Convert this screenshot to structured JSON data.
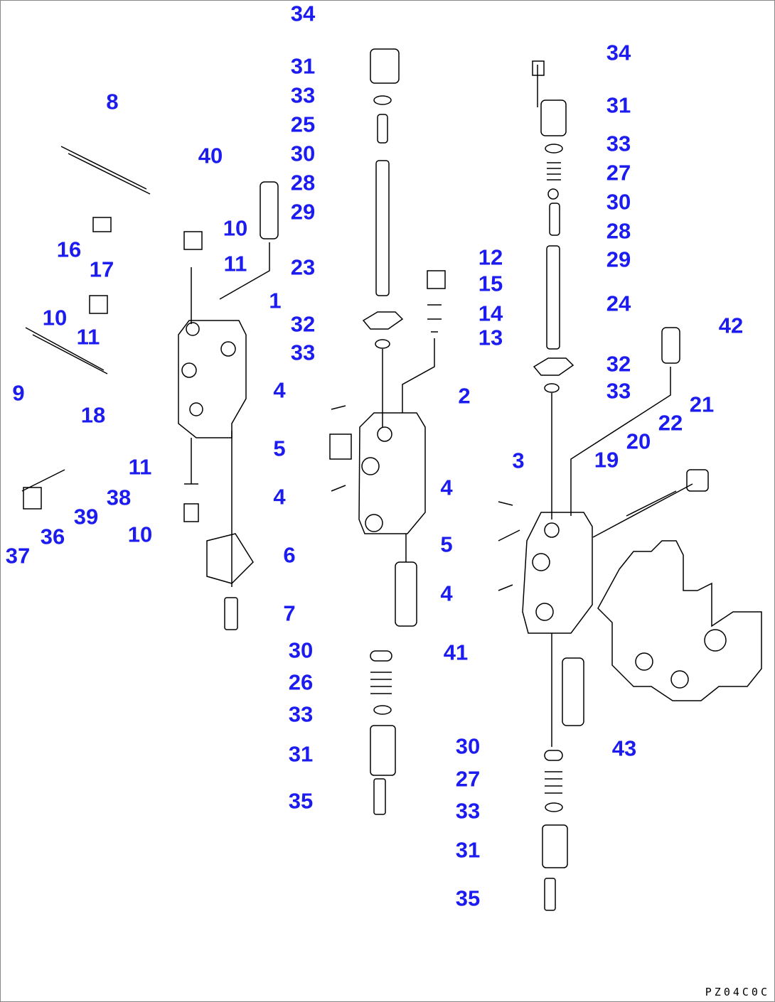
{
  "diagram": {
    "labels": [
      "34",
      "31",
      "33",
      "25",
      "30",
      "28",
      "29",
      "23",
      "32",
      "33",
      "8",
      "40",
      "10",
      "11",
      "16",
      "17",
      "10",
      "11",
      "1",
      "9",
      "18",
      "11",
      "38",
      "39",
      "36",
      "37",
      "10",
      "6",
      "7",
      "12",
      "15",
      "14",
      "13",
      "2",
      "4",
      "5",
      "4",
      "41",
      "30",
      "26",
      "33",
      "31",
      "35",
      "34",
      "31",
      "33",
      "27",
      "30",
      "28",
      "29",
      "24",
      "42",
      "32",
      "33",
      "21",
      "22",
      "20",
      "19",
      "3",
      "4",
      "5",
      "4",
      "43",
      "30",
      "27",
      "33",
      "31",
      "35"
    ],
    "drawing_code": "PZ04C0C"
  }
}
